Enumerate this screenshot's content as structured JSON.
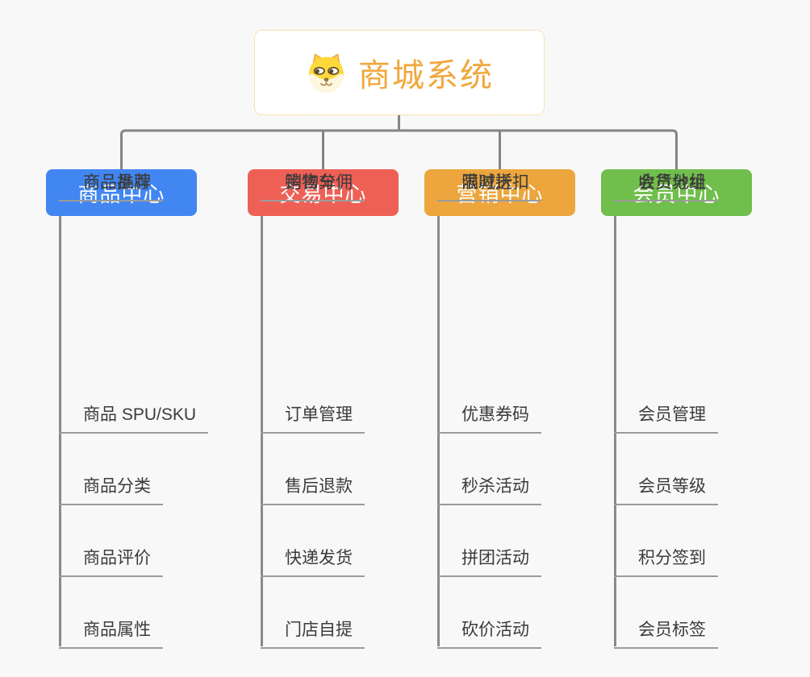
{
  "root": {
    "title": "商城系统",
    "title_color": "#f0a73c",
    "icon": "doge-icon"
  },
  "branches": [
    {
      "label": "商品中心",
      "color": "#4286f2",
      "children": [
        "商品 SPU/SKU",
        "商品分类",
        "商品评价",
        "商品属性",
        "商品推荐",
        "商品品牌"
      ]
    },
    {
      "label": "交易中心",
      "color": "#ee6056",
      "children": [
        "订单管理",
        "售后退款",
        "快递发货",
        "门店自提",
        "购物车",
        "销售分佣"
      ]
    },
    {
      "label": "营销中心",
      "color": "#eca63d",
      "children": [
        "优惠券码",
        "秒杀活动",
        "拼团活动",
        "砍价活动",
        "限时折扣",
        "满减送"
      ]
    },
    {
      "label": "会员中心",
      "color": "#70be4b",
      "children": [
        "会员管理",
        "会员等级",
        "积分签到",
        "会员标签",
        "会员分组",
        "收货地址"
      ]
    }
  ],
  "connector_color": "#848484"
}
